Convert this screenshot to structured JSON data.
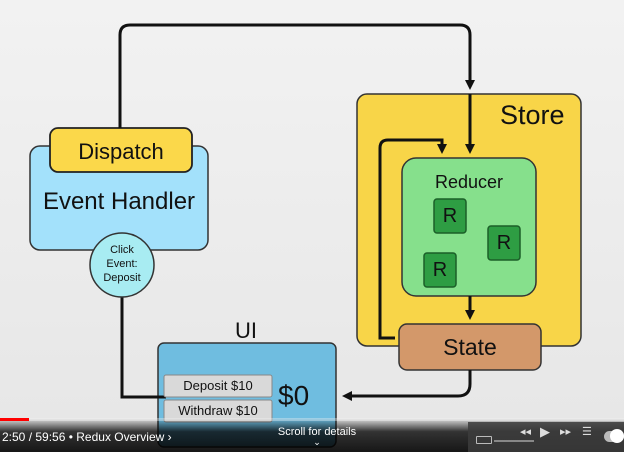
{
  "diagram": {
    "dispatch": "Dispatch",
    "event_handler": "Event Handler",
    "click_event": [
      "Click",
      "Event:",
      "Deposit"
    ],
    "store": "Store",
    "reducer": "Reducer",
    "r_label": "R",
    "state": "State",
    "ui": "UI",
    "deposit_button": "Deposit $10",
    "withdraw_button": "Withdraw $10",
    "balance": "$0"
  },
  "colors": {
    "dispatch": "#fbd84a",
    "event_handler": "#a3e1fb",
    "store": "#f8d548",
    "reducer": "#86e08c",
    "r_box": "#2e9d43",
    "state": "#d3986a",
    "ui": "#6fbde0"
  },
  "player": {
    "time": "2:50 / 59:56 • Redux Overview ›",
    "scroll_hint": "Scroll for details",
    "progress_fraction": 0.047
  }
}
